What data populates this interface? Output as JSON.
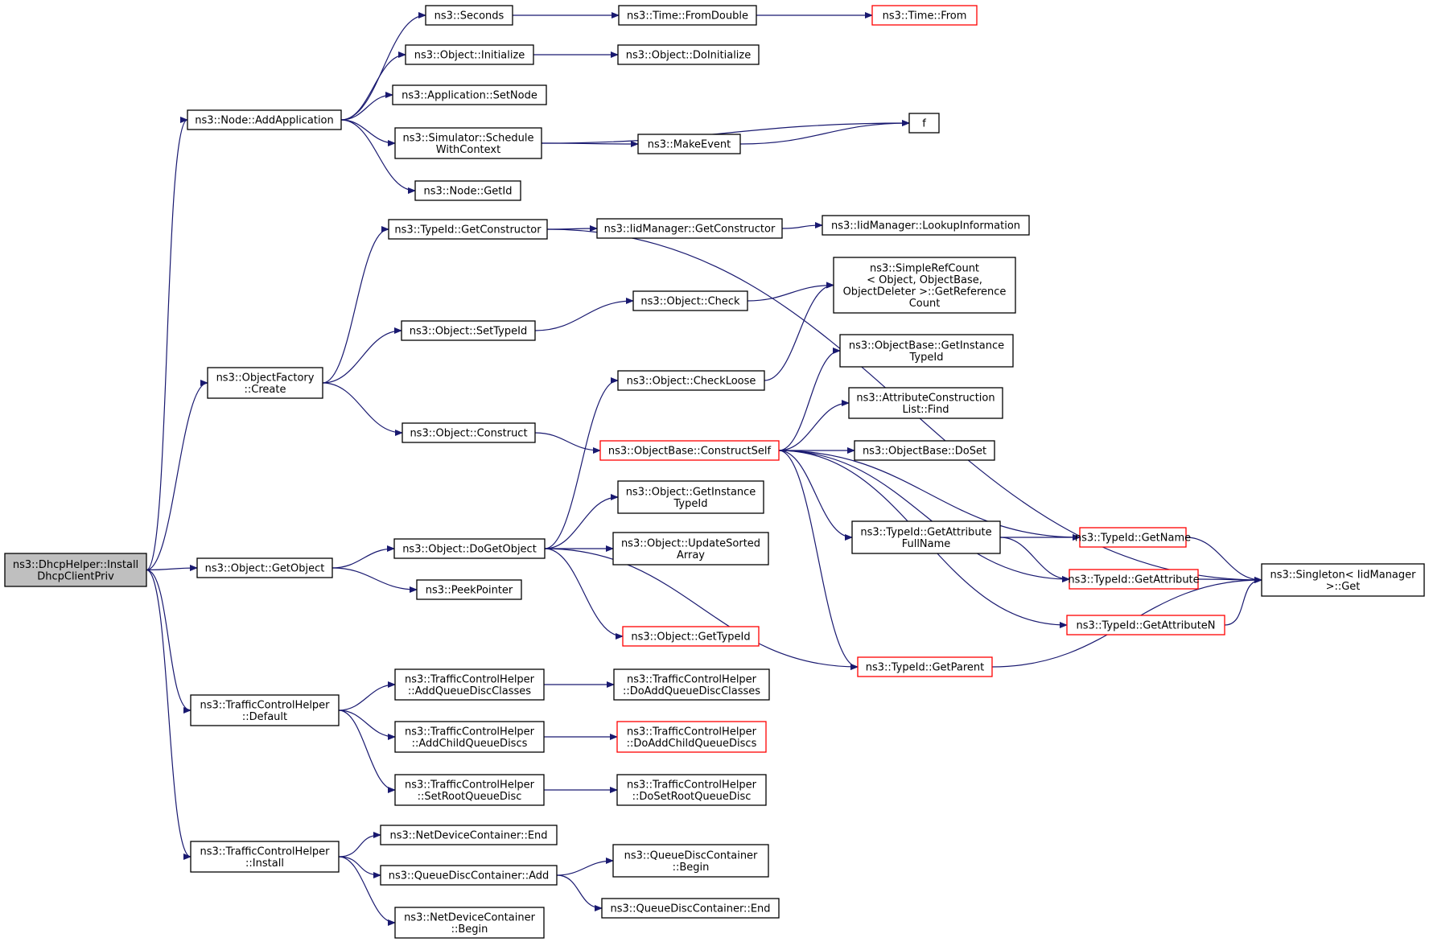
{
  "colors": {
    "edge": "#191970",
    "border_normal": "#000000",
    "border_truncated": "#ff0000",
    "fill_root": "#bfbfbf",
    "fill_normal": "#ffffff"
  },
  "nodes": [
    {
      "id": "root",
      "lines": [
        "ns3::DhcpHelper::Install",
        "DhcpClientPriv"
      ],
      "style": "root"
    },
    {
      "id": "addapp",
      "lines": [
        "ns3::Node::AddApplication"
      ],
      "style": "normal"
    },
    {
      "id": "objcreate",
      "lines": [
        "ns3::ObjectFactory",
        "::Create"
      ],
      "style": "normal"
    },
    {
      "id": "getobject",
      "lines": [
        "ns3::Object::GetObject"
      ],
      "style": "normal"
    },
    {
      "id": "tchdefault",
      "lines": [
        "ns3::TrafficControlHelper",
        "::Default"
      ],
      "style": "normal"
    },
    {
      "id": "tchinstall",
      "lines": [
        "ns3::TrafficControlHelper",
        "::Install"
      ],
      "style": "normal"
    },
    {
      "id": "seconds",
      "lines": [
        "ns3::Seconds"
      ],
      "style": "normal"
    },
    {
      "id": "objinit",
      "lines": [
        "ns3::Object::Initialize"
      ],
      "style": "normal"
    },
    {
      "id": "appsetnode",
      "lines": [
        "ns3::Application::SetNode"
      ],
      "style": "normal"
    },
    {
      "id": "simsched",
      "lines": [
        "ns3::Simulator::Schedule",
        "WithContext"
      ],
      "style": "normal"
    },
    {
      "id": "nodegetid",
      "lines": [
        "ns3::Node::GetId"
      ],
      "style": "normal"
    },
    {
      "id": "typeidgetctor",
      "lines": [
        "ns3::TypeId::GetConstructor"
      ],
      "style": "normal"
    },
    {
      "id": "objsettypeid",
      "lines": [
        "ns3::Object::SetTypeId"
      ],
      "style": "normal"
    },
    {
      "id": "objconstruct",
      "lines": [
        "ns3::Object::Construct"
      ],
      "style": "normal"
    },
    {
      "id": "dogetobject",
      "lines": [
        "ns3::Object::DoGetObject"
      ],
      "style": "normal"
    },
    {
      "id": "peekptr",
      "lines": [
        "ns3::PeekPointer"
      ],
      "style": "normal"
    },
    {
      "id": "tchaddqdc",
      "lines": [
        "ns3::TrafficControlHelper",
        "::AddQueueDiscClasses"
      ],
      "style": "normal"
    },
    {
      "id": "tchaddchild",
      "lines": [
        "ns3::TrafficControlHelper",
        "::AddChildQueueDiscs"
      ],
      "style": "normal"
    },
    {
      "id": "tchsetroot",
      "lines": [
        "ns3::TrafficControlHelper",
        "::SetRootQueueDisc"
      ],
      "style": "normal"
    },
    {
      "id": "ndcend",
      "lines": [
        "ns3::NetDeviceContainer::End"
      ],
      "style": "normal"
    },
    {
      "id": "qdcadd",
      "lines": [
        "ns3::QueueDiscContainer::Add"
      ],
      "style": "normal"
    },
    {
      "id": "ndcbegin",
      "lines": [
        "ns3::NetDeviceContainer",
        "::Begin"
      ],
      "style": "normal"
    },
    {
      "id": "fromdouble",
      "lines": [
        "ns3::Time::FromDouble"
      ],
      "style": "normal"
    },
    {
      "id": "timefrom",
      "lines": [
        "ns3::Time::From"
      ],
      "style": "truncated"
    },
    {
      "id": "doinit",
      "lines": [
        "ns3::Object::DoInitialize"
      ],
      "style": "normal"
    },
    {
      "id": "makeevent",
      "lines": [
        "ns3::MakeEvent"
      ],
      "style": "normal"
    },
    {
      "id": "f",
      "lines": [
        "f"
      ],
      "style": "normal"
    },
    {
      "id": "iidgetctor",
      "lines": [
        "ns3::IidManager::GetConstructor"
      ],
      "style": "normal"
    },
    {
      "id": "iidlookup",
      "lines": [
        "ns3::IidManager::LookupInformation"
      ],
      "style": "normal"
    },
    {
      "id": "objcheck",
      "lines": [
        "ns3::Object::Check"
      ],
      "style": "normal"
    },
    {
      "id": "simplerefcount",
      "lines": [
        "ns3::SimpleRefCount",
        "< Object, ObjectBase,",
        " ObjectDeleter >::GetReference",
        "Count"
      ],
      "style": "normal"
    },
    {
      "id": "checkloose",
      "lines": [
        "ns3::Object::CheckLoose"
      ],
      "style": "normal"
    },
    {
      "id": "constructself",
      "lines": [
        "ns3::ObjectBase::ConstructSelf"
      ],
      "style": "truncated"
    },
    {
      "id": "obgetinst",
      "lines": [
        "ns3::ObjectBase::GetInstance",
        "TypeId"
      ],
      "style": "normal"
    },
    {
      "id": "attrfind",
      "lines": [
        "ns3::AttributeConstruction",
        "List::Find"
      ],
      "style": "normal"
    },
    {
      "id": "obdoset",
      "lines": [
        "ns3::ObjectBase::DoSet"
      ],
      "style": "normal"
    },
    {
      "id": "objgetinst",
      "lines": [
        "ns3::Object::GetInstance",
        "TypeId"
      ],
      "style": "normal"
    },
    {
      "id": "updatesorted",
      "lines": [
        "ns3::Object::UpdateSorted",
        "Array"
      ],
      "style": "normal"
    },
    {
      "id": "objgettypeid",
      "lines": [
        "ns3::Object::GetTypeId"
      ],
      "style": "truncated"
    },
    {
      "id": "getattrfull",
      "lines": [
        "ns3::TypeId::GetAttribute",
        "FullName"
      ],
      "style": "normal"
    },
    {
      "id": "getname",
      "lines": [
        "ns3::TypeId::GetName"
      ],
      "style": "truncated"
    },
    {
      "id": "getattribute",
      "lines": [
        "ns3::TypeId::GetAttribute"
      ],
      "style": "truncated"
    },
    {
      "id": "getattrn",
      "lines": [
        "ns3::TypeId::GetAttributeN"
      ],
      "style": "truncated"
    },
    {
      "id": "getparent",
      "lines": [
        "ns3::TypeId::GetParent"
      ],
      "style": "truncated"
    },
    {
      "id": "singleton",
      "lines": [
        "ns3::Singleton< IidManager",
        " >::Get"
      ],
      "style": "normal"
    },
    {
      "id": "tchdoaddqdc",
      "lines": [
        "ns3::TrafficControlHelper",
        "::DoAddQueueDiscClasses"
      ],
      "style": "normal"
    },
    {
      "id": "tchdoaddchild",
      "lines": [
        "ns3::TrafficControlHelper",
        "::DoAddChildQueueDiscs"
      ],
      "style": "truncated"
    },
    {
      "id": "tchdosetroot",
      "lines": [
        "ns3::TrafficControlHelper",
        "::DoSetRootQueueDisc"
      ],
      "style": "normal"
    },
    {
      "id": "qdcbegin",
      "lines": [
        "ns3::QueueDiscContainer",
        "::Begin"
      ],
      "style": "normal"
    },
    {
      "id": "qdcend",
      "lines": [
        "ns3::QueueDiscContainer::End"
      ],
      "style": "normal"
    }
  ],
  "edges": [
    [
      "root",
      "addapp"
    ],
    [
      "root",
      "objcreate"
    ],
    [
      "root",
      "getobject"
    ],
    [
      "root",
      "tchdefault"
    ],
    [
      "root",
      "tchinstall"
    ],
    [
      "addapp",
      "seconds"
    ],
    [
      "addapp",
      "objinit"
    ],
    [
      "addapp",
      "appsetnode"
    ],
    [
      "addapp",
      "simsched"
    ],
    [
      "addapp",
      "nodegetid"
    ],
    [
      "seconds",
      "fromdouble"
    ],
    [
      "fromdouble",
      "timefrom"
    ],
    [
      "objinit",
      "doinit"
    ],
    [
      "simsched",
      "f"
    ],
    [
      "simsched",
      "makeevent"
    ],
    [
      "makeevent",
      "f"
    ],
    [
      "objcreate",
      "typeidgetctor"
    ],
    [
      "objcreate",
      "objsettypeid"
    ],
    [
      "objcreate",
      "objconstruct"
    ],
    [
      "typeidgetctor",
      "iidgetctor"
    ],
    [
      "typeidgetctor",
      "singleton"
    ],
    [
      "iidgetctor",
      "iidlookup"
    ],
    [
      "objsettypeid",
      "objcheck"
    ],
    [
      "objcheck",
      "simplerefcount"
    ],
    [
      "objconstruct",
      "constructself"
    ],
    [
      "getobject",
      "dogetobject"
    ],
    [
      "getobject",
      "peekptr"
    ],
    [
      "dogetobject",
      "checkloose"
    ],
    [
      "dogetobject",
      "objgetinst"
    ],
    [
      "dogetobject",
      "updatesorted"
    ],
    [
      "dogetobject",
      "objgettypeid"
    ],
    [
      "dogetobject",
      "getparent"
    ],
    [
      "checkloose",
      "simplerefcount"
    ],
    [
      "constructself",
      "obgetinst"
    ],
    [
      "constructself",
      "attrfind"
    ],
    [
      "constructself",
      "obdoset"
    ],
    [
      "constructself",
      "getname"
    ],
    [
      "constructself",
      "getattrfull"
    ],
    [
      "constructself",
      "getattribute"
    ],
    [
      "constructself",
      "getattrn"
    ],
    [
      "constructself",
      "getparent"
    ],
    [
      "getattrfull",
      "getname"
    ],
    [
      "getattrfull",
      "getattribute"
    ],
    [
      "getname",
      "singleton"
    ],
    [
      "getattribute",
      "singleton"
    ],
    [
      "getattrn",
      "singleton"
    ],
    [
      "getparent",
      "singleton"
    ],
    [
      "tchdefault",
      "tchaddqdc"
    ],
    [
      "tchdefault",
      "tchaddchild"
    ],
    [
      "tchdefault",
      "tchsetroot"
    ],
    [
      "tchaddqdc",
      "tchdoaddqdc"
    ],
    [
      "tchaddchild",
      "tchdoaddchild"
    ],
    [
      "tchsetroot",
      "tchdosetroot"
    ],
    [
      "tchinstall",
      "ndcend"
    ],
    [
      "tchinstall",
      "qdcadd"
    ],
    [
      "tchinstall",
      "ndcbegin"
    ],
    [
      "qdcadd",
      "qdcbegin"
    ],
    [
      "qdcadd",
      "qdcend"
    ]
  ]
}
